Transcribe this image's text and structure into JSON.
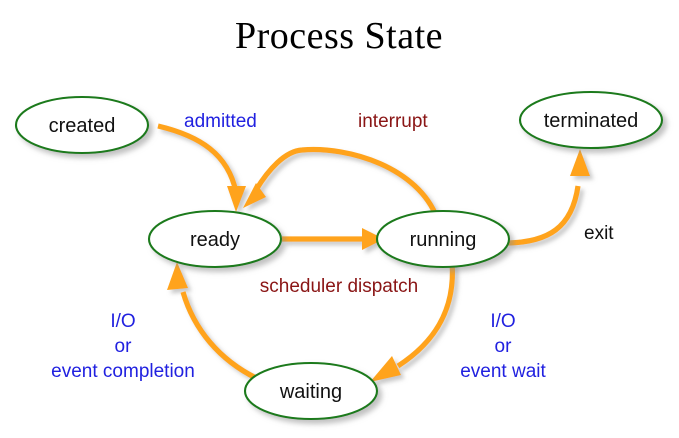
{
  "title": "Process State",
  "colors": {
    "node_stroke": "#1a7a1a",
    "node_fill": "#ffffff",
    "edge": "#ffa31a",
    "label_blue": "#2121e0",
    "label_maroon": "#8a1515",
    "label_dark": "#111111",
    "background": "#ffffff"
  },
  "nodes": [
    {
      "id": "created",
      "label": "created"
    },
    {
      "id": "terminated",
      "label": "terminated"
    },
    {
      "id": "ready",
      "label": "ready"
    },
    {
      "id": "running",
      "label": "running"
    },
    {
      "id": "waiting",
      "label": "waiting"
    }
  ],
  "edges": [
    {
      "id": "created-ready",
      "from": "created",
      "to": "ready",
      "label": "admitted"
    },
    {
      "id": "running-ready",
      "from": "running",
      "to": "ready",
      "label": "interrupt"
    },
    {
      "id": "ready-running",
      "from": "ready",
      "to": "running",
      "label": "scheduler dispatch"
    },
    {
      "id": "running-terminated",
      "from": "running",
      "to": "terminated",
      "label": "exit"
    },
    {
      "id": "running-waiting",
      "from": "running",
      "to": "waiting",
      "label": "I/O\nor\nevent wait"
    },
    {
      "id": "waiting-ready",
      "from": "waiting",
      "to": "ready",
      "label": "I/O\nor\nevent completion"
    }
  ],
  "labels": {
    "admitted": "admitted",
    "interrupt": "interrupt",
    "scheduler_dispatch": "scheduler dispatch",
    "exit": "exit",
    "io_wait_line1": "I/O",
    "io_wait_line2": "or",
    "io_wait_line3": "event wait",
    "io_completion_line1": "I/O",
    "io_completion_line2": "or",
    "io_completion_line3": "event completion"
  }
}
